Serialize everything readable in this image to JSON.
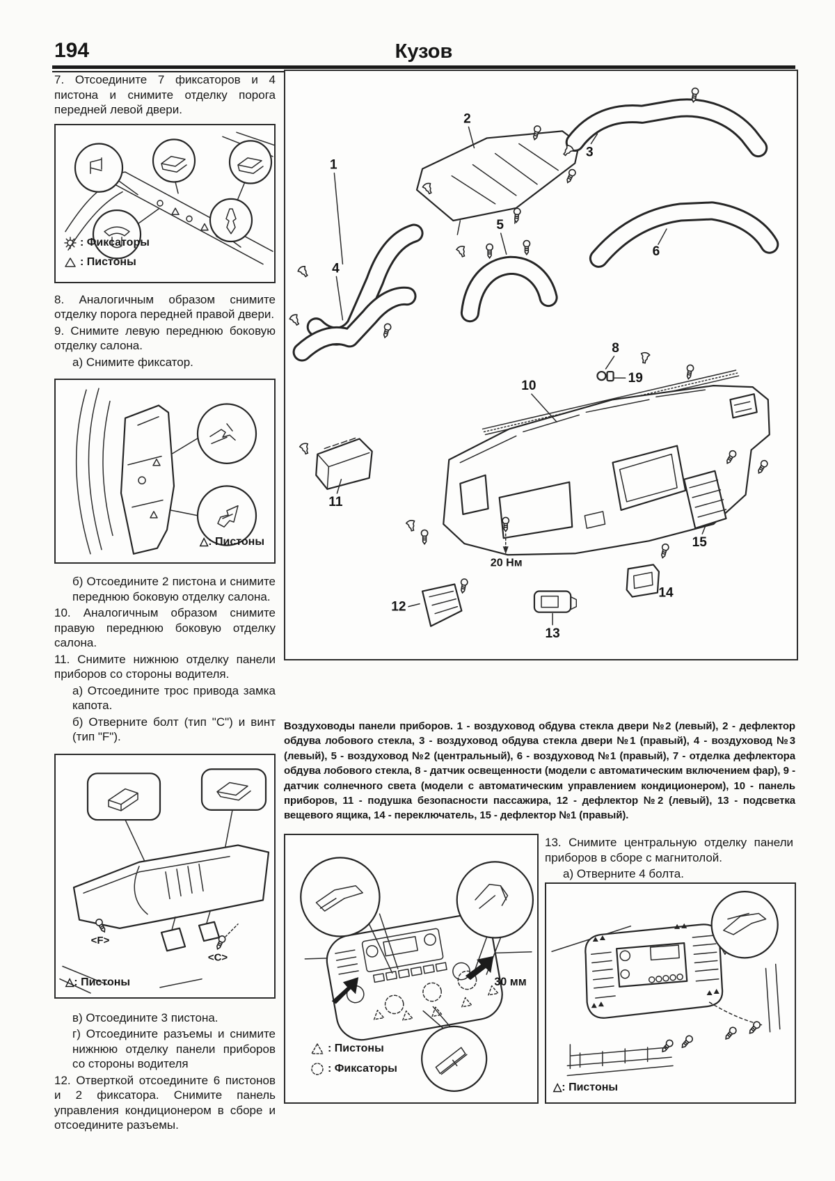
{
  "page": {
    "number": "194",
    "title": "Кузов"
  },
  "left": {
    "p7": "7. Отсоедините 7 фиксаторов и 4 пистона и снимите отделку порога передней левой двери.",
    "p8": "8. Аналогичным образом снимите отделку порога передней правой двери.",
    "p9": "9. Снимите левую переднюю боковую отделку салона.",
    "p9a": "а) Снимите фиксатор.",
    "p9b": "б) Отсоедините 2 пистона и снимите переднюю боковую отделку салона.",
    "p10": "10. Аналогичным образом снимите правую переднюю боковую отделку салона.",
    "p11": "11. Снимите нижнюю отделку панели приборов со стороны водителя.",
    "p11a": "а) Отсоедините трос привода замка капота.",
    "p11b": "б) Отверните болт (тип \"C\") и винт (тип \"F\").",
    "p11v": "в) Отсоедините 3 пистона.",
    "p11g": "г) Отсоедините разъемы и снимите нижнюю отделку панели приборов со стороны водителя",
    "p12": "12. Отверткой отсоедините 6 пистонов и 2 фиксатора. Снимите панель управления кондиционером в сборе и отсоедините разъемы."
  },
  "fig_sill": {
    "legend_fixators": ": Фиксаторы",
    "legend_pistons": ": Пистоны"
  },
  "fig_side": {
    "legend": "△: Пистоны"
  },
  "fig_lower": {
    "label_f": "<F>",
    "label_c": "<C>",
    "legend": "△: Пистоны"
  },
  "main_fig": {
    "labels": {
      "n1": "1",
      "n2": "2",
      "n3": "3",
      "n4": "4",
      "n5": "5",
      "n6": "6",
      "n8": "8",
      "n19": "19",
      "n10": "10",
      "n11": "11",
      "n12": "12",
      "n13": "13",
      "n14": "14",
      "n15": "15"
    },
    "torque": "20 Нм"
  },
  "caption": "Воздуховоды панели приборов. 1 - воздуховод обдува стекла двери №2 (левый), 2 - дефлектор обдува лобового стекла, 3 - воздуховод обдува стекла двери №1 (правый), 4 - воздуховод №3 (левый), 5 - воздуховод №2 (центральный), 6 - воздуховод №1 (правый), 7 - отделка дефлектора обдува лобового стекла, 8 - датчик освещенности (модели с автоматическим включением фар), 9 - датчик солнечного света (модели с автоматическим управлением кондиционером), 10 - панель приборов, 11 - подушка безопасности пассажира, 12 - дефлектор №2 (левый), 13 - подсветка вещевого ящика, 14 - переключатель, 15 - дефлектор №1 (правый).",
  "right": {
    "p13": "13. Снимите центральную отделку панели приборов в сборе с магнитолой.",
    "p13a": "а) Отверните 4 болта."
  },
  "fig_console": {
    "dim": "30 мм",
    "legend_pistons": ": Пистоны",
    "legend_fixators": ": Фиксаторы"
  },
  "fig_radio": {
    "legend": "△: Пистоны"
  }
}
